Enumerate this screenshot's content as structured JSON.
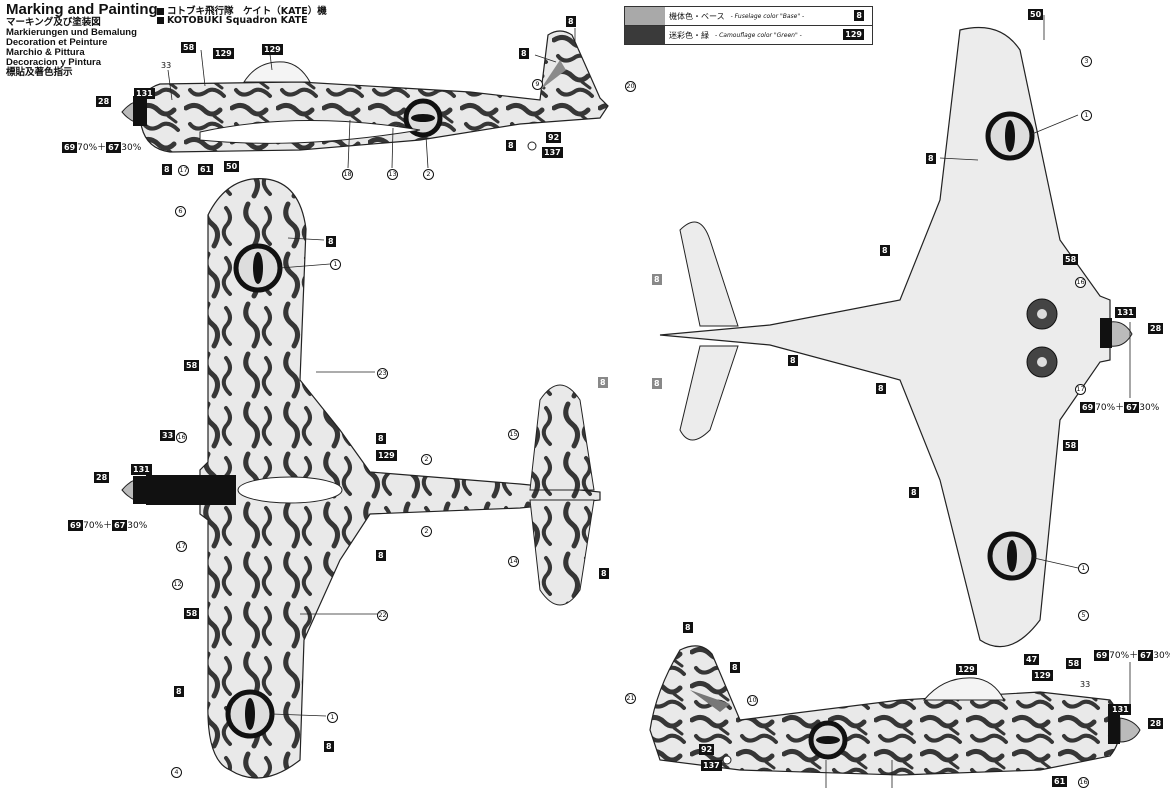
{
  "heading": {
    "title": "Marking and Painting",
    "lines": [
      "マーキング及び塗装図",
      "Markierungen und Bemalung",
      "Decoration et Peinture",
      "Marchio & Pittura",
      "Decoracion y Pintura",
      "標貼及著色指示"
    ]
  },
  "squadron": {
    "jp": "コトブキ飛行隊　ケイト（KATE）機",
    "en": "KOTOBUKI Squadron KATE"
  },
  "legend": {
    "rows": [
      {
        "jp": "機体色・ベース",
        "en": "- Fuselage color \"Base\" -",
        "code": "8",
        "color": "#a9a9a9"
      },
      {
        "jp": "迷彩色・緑",
        "en": "- Camouflage color \"Green\" -",
        "code": "129",
        "color": "#3a3a3a"
      }
    ]
  },
  "mix_label": {
    "a": "69",
    "a_text": "70%＋",
    "b": "67",
    "b_text": "30%"
  },
  "callouts": [
    {
      "id": "c1",
      "text": "8"
    },
    {
      "id": "c2",
      "text": "8"
    },
    {
      "id": "c3",
      "text": "129"
    },
    {
      "id": "c4",
      "text": "129"
    },
    {
      "id": "c5",
      "text": "58"
    },
    {
      "id": "c6",
      "text": "33"
    },
    {
      "id": "c7",
      "text": "131"
    },
    {
      "id": "c8",
      "text": "28"
    },
    {
      "id": "c9",
      "text": "9"
    },
    {
      "id": "c10",
      "text": "20"
    },
    {
      "id": "c11",
      "text": "92"
    },
    {
      "id": "c12",
      "text": "8"
    },
    {
      "id": "c13",
      "text": "137"
    },
    {
      "id": "c14",
      "text": "8"
    },
    {
      "id": "c15",
      "text": "17"
    },
    {
      "id": "c16",
      "text": "61"
    },
    {
      "id": "c17",
      "text": "18"
    },
    {
      "id": "c18",
      "text": "13"
    },
    {
      "id": "c19",
      "text": "2"
    },
    {
      "id": "c20",
      "text": "50"
    },
    {
      "id": "c21",
      "text": "6"
    },
    {
      "id": "c22",
      "text": "8"
    },
    {
      "id": "c23",
      "text": "1"
    },
    {
      "id": "c24",
      "text": "58"
    },
    {
      "id": "c25",
      "text": "23"
    },
    {
      "id": "c26",
      "text": "33"
    },
    {
      "id": "c27",
      "text": "16"
    },
    {
      "id": "c28",
      "text": "8"
    },
    {
      "id": "c29",
      "text": "129"
    },
    {
      "id": "c30",
      "text": "131"
    },
    {
      "id": "c31",
      "text": "28"
    },
    {
      "id": "c32",
      "text": "2"
    },
    {
      "id": "c33",
      "text": "2"
    },
    {
      "id": "c34",
      "text": "17"
    },
    {
      "id": "c35",
      "text": "8"
    },
    {
      "id": "c36",
      "text": "12"
    },
    {
      "id": "c37",
      "text": "58"
    },
    {
      "id": "c38",
      "text": "22"
    },
    {
      "id": "c39",
      "text": "8"
    },
    {
      "id": "c40",
      "text": "1"
    },
    {
      "id": "c41",
      "text": "8"
    },
    {
      "id": "c42",
      "text": "4"
    },
    {
      "id": "c43",
      "text": "8"
    },
    {
      "id": "c44",
      "text": "15"
    },
    {
      "id": "c45",
      "text": "14"
    },
    {
      "id": "c46",
      "text": "8"
    },
    {
      "id": "c47",
      "text": "50"
    },
    {
      "id": "c48",
      "text": "3"
    },
    {
      "id": "c49",
      "text": "1"
    },
    {
      "id": "c50",
      "text": "8"
    },
    {
      "id": "c51",
      "text": "8"
    },
    {
      "id": "c52",
      "text": "58"
    },
    {
      "id": "c53",
      "text": "16"
    },
    {
      "id": "c54",
      "text": "131"
    },
    {
      "id": "c55",
      "text": "28"
    },
    {
      "id": "c56",
      "text": "17"
    },
    {
      "id": "c57",
      "text": "8"
    },
    {
      "id": "c58",
      "text": "8"
    },
    {
      "id": "c59",
      "text": "8"
    },
    {
      "id": "c60",
      "text": "58"
    },
    {
      "id": "c61",
      "text": "8"
    },
    {
      "id": "c62",
      "text": "8"
    },
    {
      "id": "c63",
      "text": "1"
    },
    {
      "id": "c64",
      "text": "5"
    },
    {
      "id": "c65",
      "text": "47"
    },
    {
      "id": "c66",
      "text": "8"
    },
    {
      "id": "c67",
      "text": "8"
    },
    {
      "id": "c68",
      "text": "21"
    },
    {
      "id": "c69",
      "text": "10"
    },
    {
      "id": "c70",
      "text": "129"
    },
    {
      "id": "c71",
      "text": "58"
    },
    {
      "id": "c72",
      "text": "129"
    },
    {
      "id": "c73",
      "text": "33"
    },
    {
      "id": "c74",
      "text": "131"
    },
    {
      "id": "c75",
      "text": "28"
    },
    {
      "id": "c76",
      "text": "92"
    },
    {
      "id": "c77",
      "text": "137"
    },
    {
      "id": "c78",
      "text": "61"
    },
    {
      "id": "c79",
      "text": "16"
    }
  ]
}
